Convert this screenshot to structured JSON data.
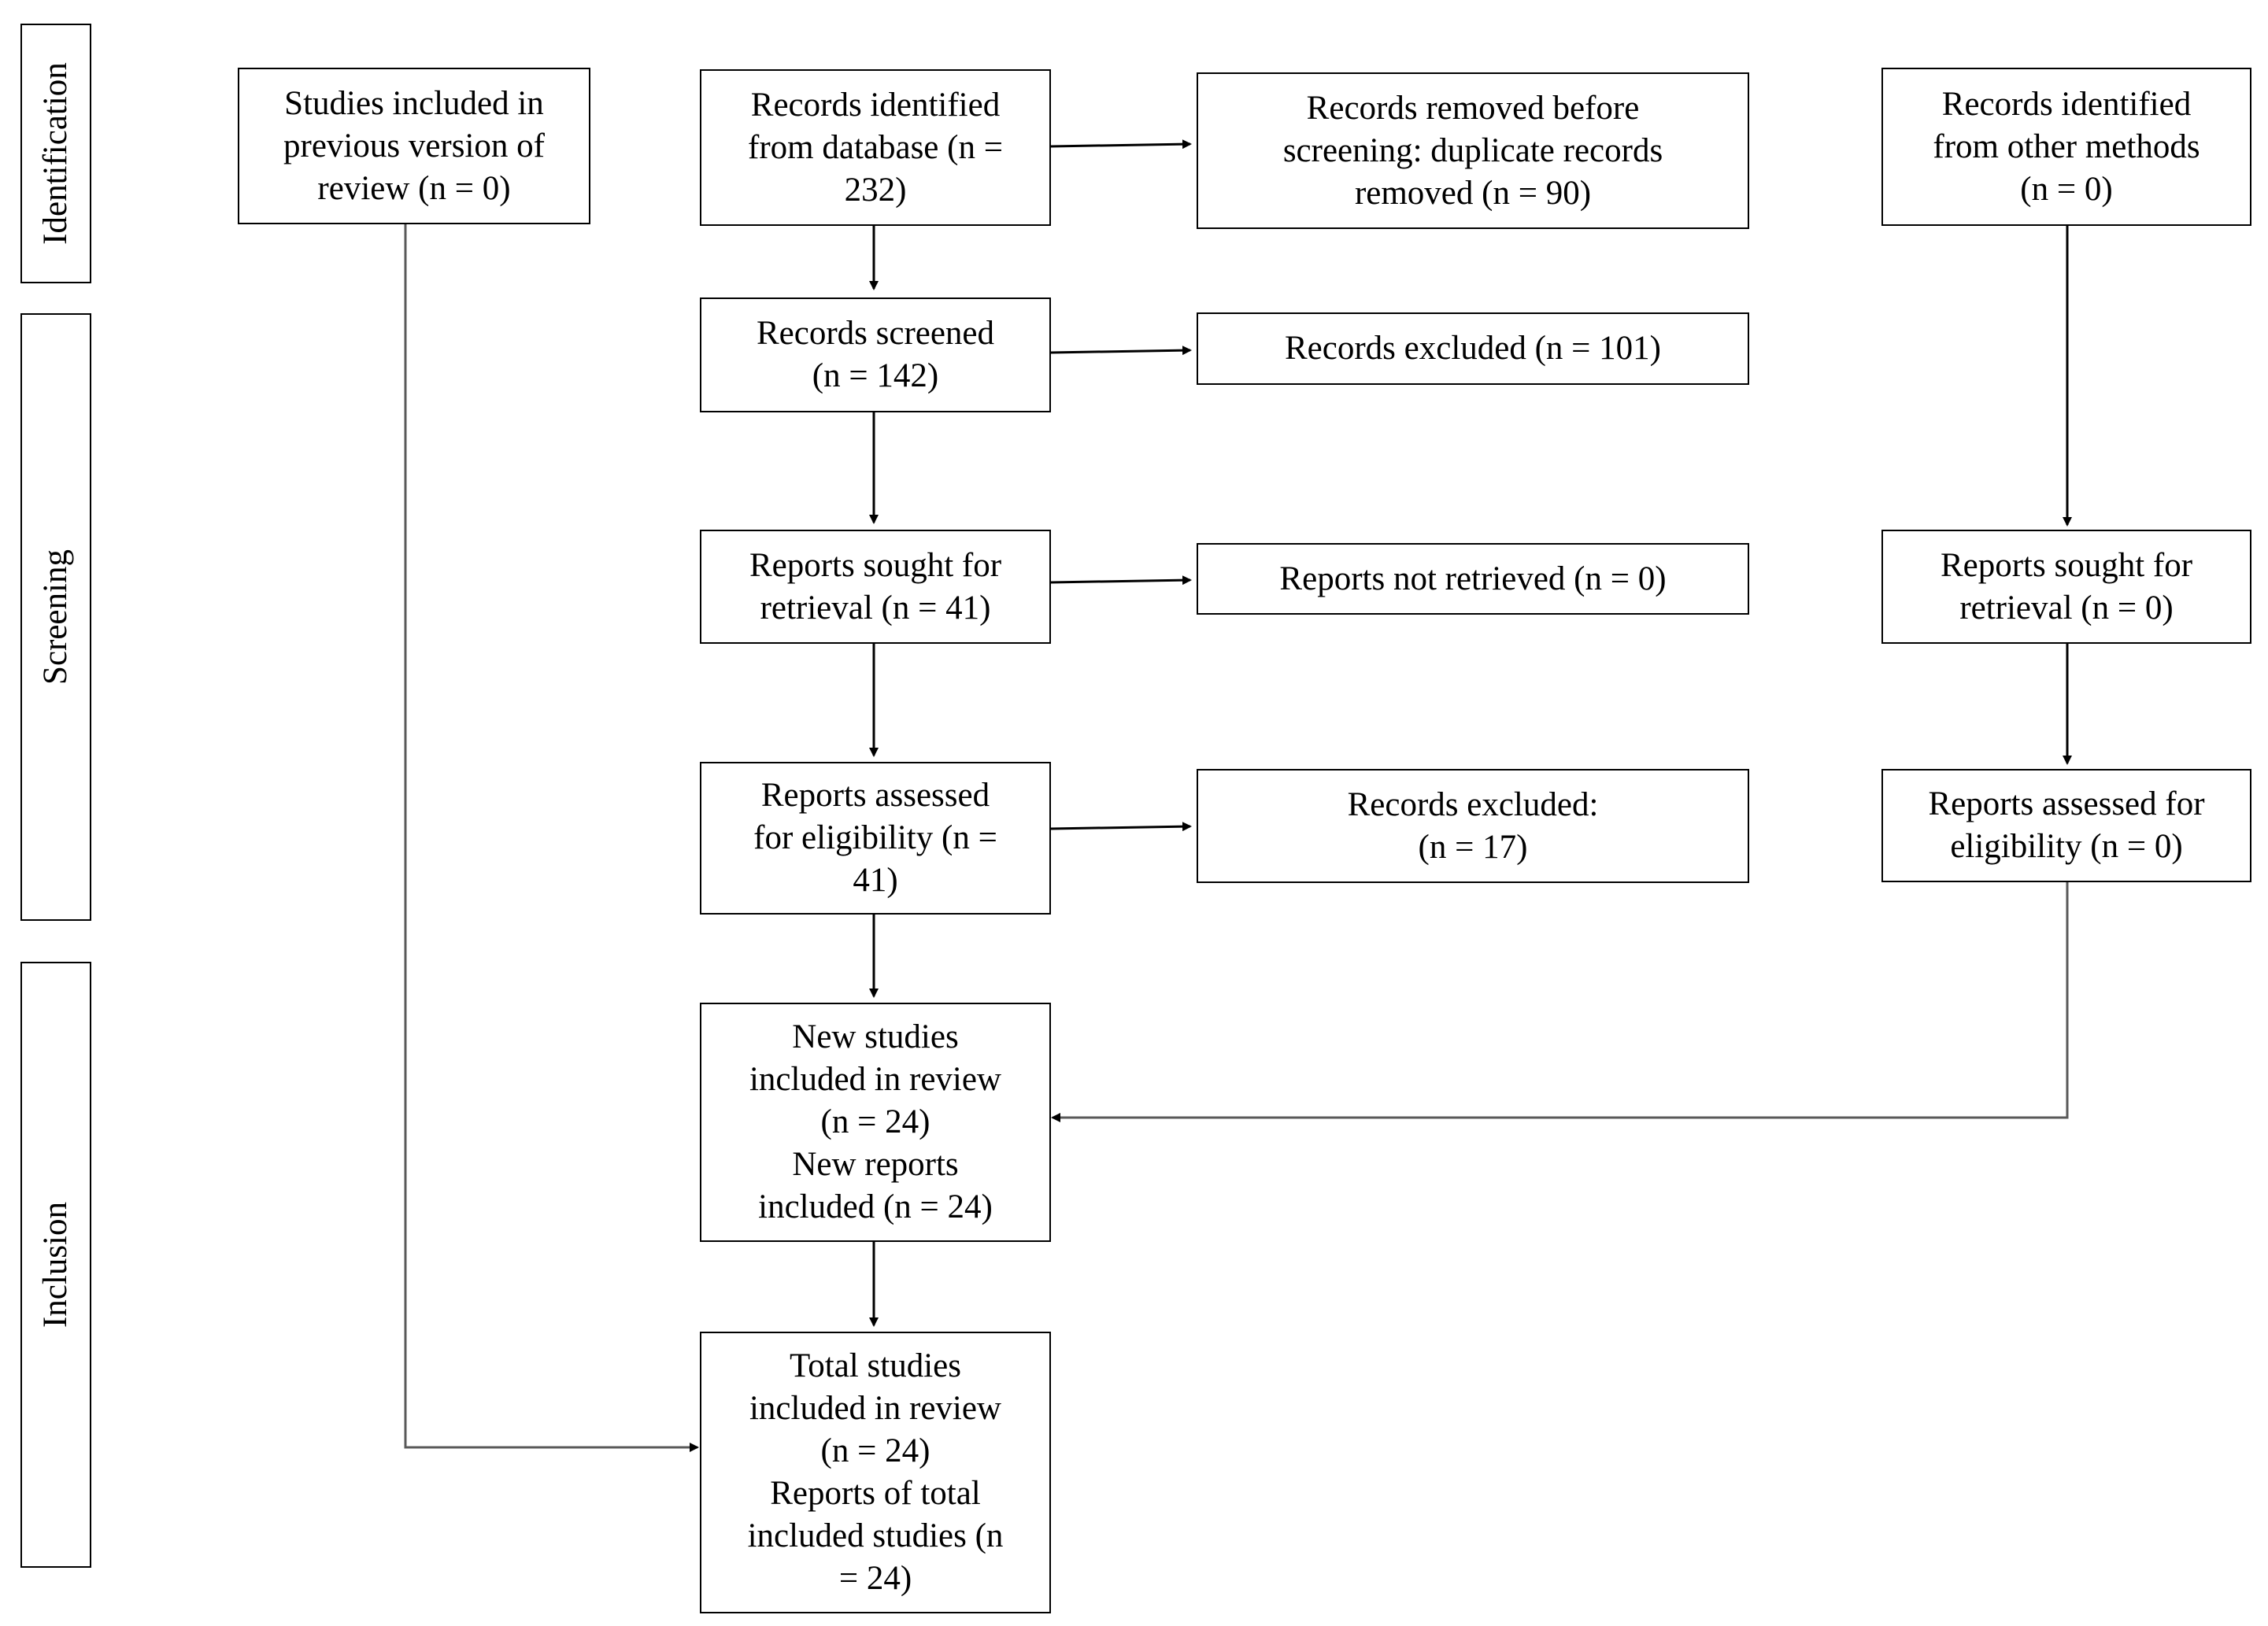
{
  "phases": {
    "identification": "Identification",
    "screening": "Screening",
    "inclusion": "Inclusion"
  },
  "boxes": {
    "previous_studies": "Studies included in\nprevious version of\nreview (n = 0)",
    "records_identified_database": "Records identified\nfrom database (n =\n232)",
    "records_removed": "Records removed before\nscreening: duplicate records\nremoved (n = 90)",
    "records_identified_other": "Records identified\nfrom other methods\n(n = 0)",
    "records_screened": "Records screened\n(n = 142)",
    "records_excluded": "Records excluded (n = 101)",
    "reports_sought_database": "Reports sought for\nretrieval (n = 41)",
    "reports_not_retrieved": "Reports not retrieved (n = 0)",
    "reports_sought_other": "Reports sought for\nretrieval (n = 0)",
    "reports_assessed_database": "Reports assessed\nfor eligibility (n =\n41)",
    "records_excluded_eligibility": "Records excluded:\n(n = 17)",
    "reports_assessed_other": "Reports assessed for\neligibility (n = 0)",
    "new_studies_included": "New studies\nincluded in review\n(n = 24)\nNew reports\nincluded (n = 24)",
    "total_studies_included": "Total studies\nincluded in review\n(n = 24)\nReports of total\nincluded studies (n\n= 24)"
  },
  "colors": {
    "stroke": "#000000",
    "connector_gray": "#595959",
    "background": "#ffffff"
  }
}
